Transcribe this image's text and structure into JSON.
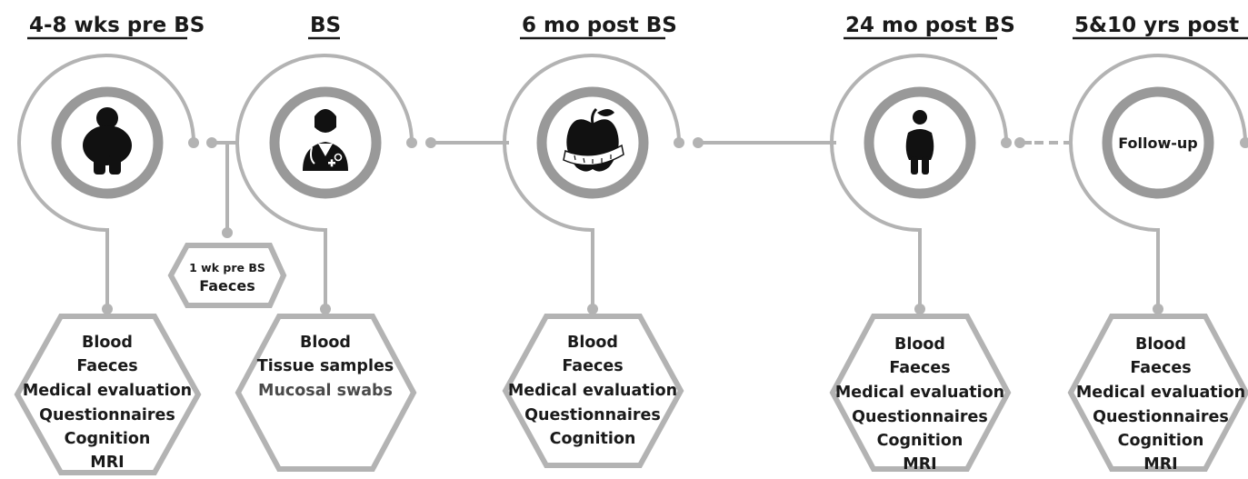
{
  "stages": [
    {
      "header": "4-8 wks pre BS",
      "items": [
        "Blood",
        "Faeces",
        "Medical evaluation",
        "Questionnaires",
        "Cognition",
        "MRI"
      ],
      "icon": "obese-person-icon"
    },
    {
      "header": "BS",
      "items": [
        "Blood",
        "Tissue samples",
        "Mucosal swabs"
      ],
      "icon": "doctor-icon"
    },
    {
      "header": "6 mo post BS",
      "items": [
        "Blood",
        "Faeces",
        "Medical evaluation",
        "Questionnaires",
        "Cognition"
      ],
      "icon": "apple-measuring-tape-icon"
    },
    {
      "header": "24 mo post BS",
      "items": [
        "Blood",
        "Faeces",
        "Medical evaluation",
        "Questionnaires",
        "Cognition",
        "MRI"
      ],
      "icon": "person-icon"
    },
    {
      "header": "5&10 yrs post BS",
      "items": [
        "Blood",
        "Faeces",
        "Medical evaluation",
        "Questionnaires",
        "Cognition",
        "MRI"
      ],
      "center_label": "Follow-up"
    }
  ],
  "pre_week": {
    "line1": "1 wk pre BS",
    "line2": "Faeces"
  },
  "colors": {
    "ring": "#b3b3b3",
    "ring_inner": "#999999",
    "icon": "#111111",
    "text": "#1a1a1a"
  }
}
